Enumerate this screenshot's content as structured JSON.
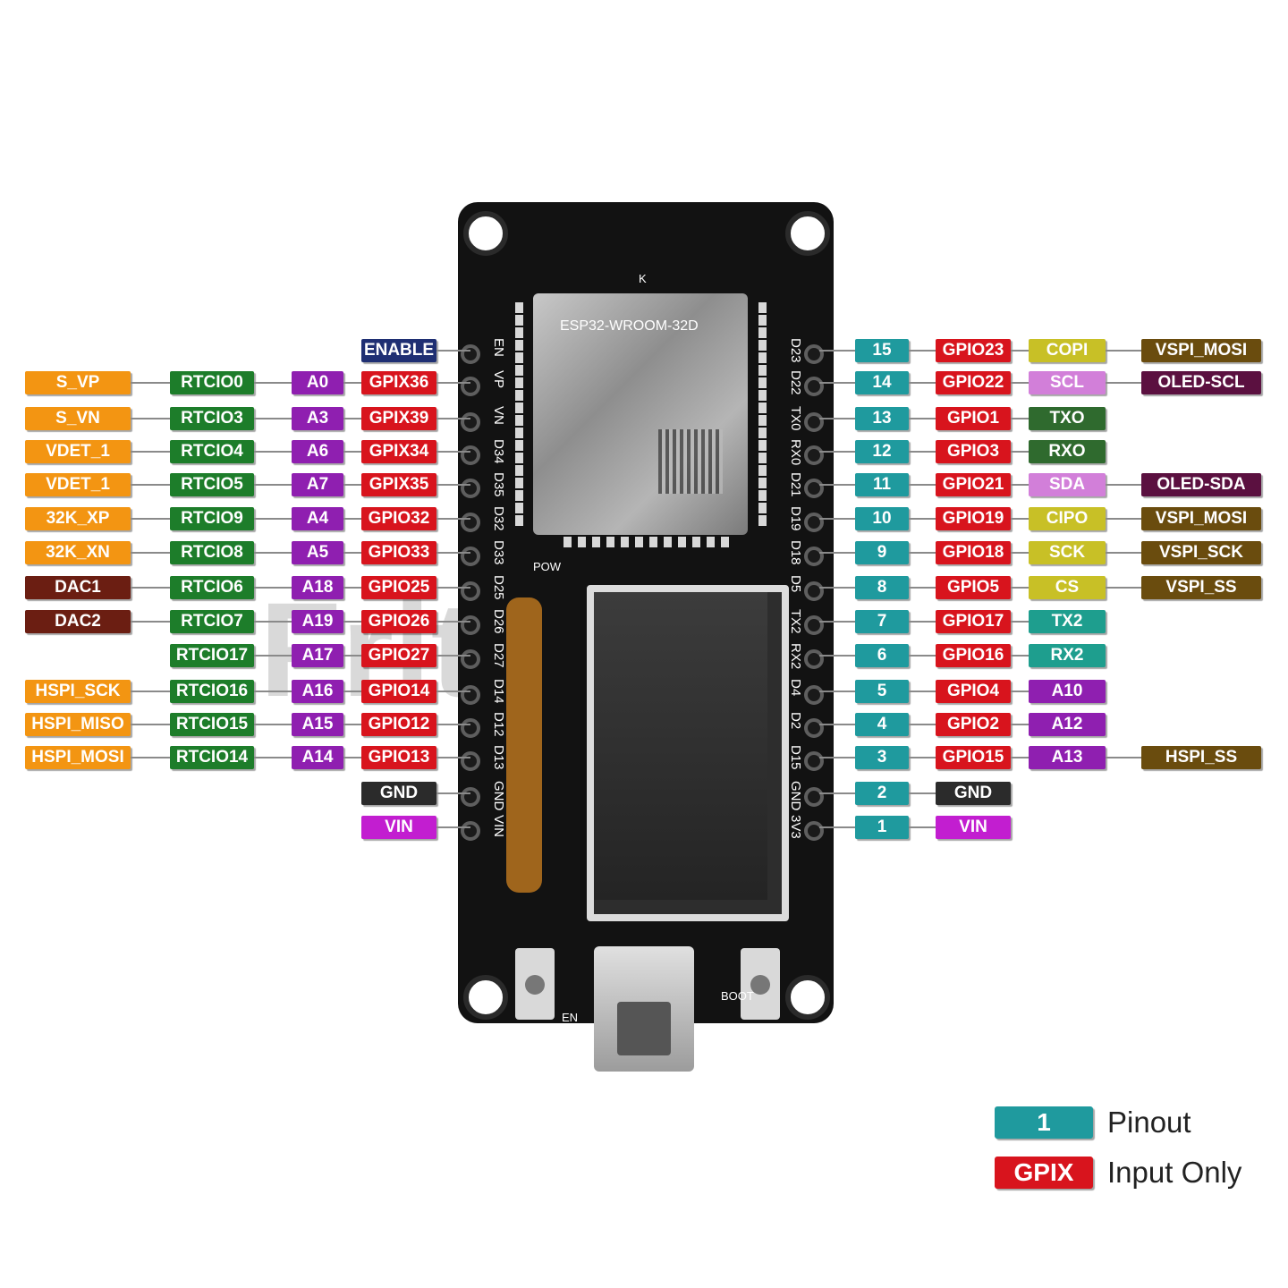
{
  "colors": {
    "orange": "#f39512",
    "green": "#1d7d2a",
    "purple": "#8f1fb0",
    "red": "#d8141d",
    "teal": "#1f9a9e",
    "brown": "#6b1e12",
    "navy": "#1f2f73",
    "black": "#2b2b2b",
    "magenta": "#c21ed0",
    "lilac": "#d27fd9",
    "olive": "#c8c026",
    "darkgreen": "#2f6a2e",
    "darkolive": "#6a4c0e",
    "plum": "#5b1040",
    "tealgreen": "#1e9e8e"
  },
  "board": {
    "module_label": "ESP32-WROOM-32D",
    "k_label": "K",
    "power_label": "POW",
    "en_label": "EN",
    "boot_label": "BOOT",
    "watermark": "Fritzing"
  },
  "left_rows": [
    {
      "tags": [
        {
          "t": "ENABLE",
          "c": "navy"
        }
      ]
    },
    {
      "tags": [
        {
          "t": "S_VP",
          "c": "orange"
        },
        {
          "t": "RTCIO0",
          "c": "green"
        },
        {
          "t": "A0",
          "c": "purple"
        },
        {
          "t": "GPIX36",
          "c": "red"
        }
      ]
    },
    {
      "tags": [
        {
          "t": "S_VN",
          "c": "orange"
        },
        {
          "t": "RTCIO3",
          "c": "green"
        },
        {
          "t": "A3",
          "c": "purple"
        },
        {
          "t": "GPIX39",
          "c": "red"
        }
      ]
    },
    {
      "tags": [
        {
          "t": "VDET_1",
          "c": "orange"
        },
        {
          "t": "RTCIO4",
          "c": "green"
        },
        {
          "t": "A6",
          "c": "purple"
        },
        {
          "t": "GPIX34",
          "c": "red"
        }
      ]
    },
    {
      "tags": [
        {
          "t": "VDET_1",
          "c": "orange"
        },
        {
          "t": "RTCIO5",
          "c": "green"
        },
        {
          "t": "A7",
          "c": "purple"
        },
        {
          "t": "GPIX35",
          "c": "red"
        }
      ]
    },
    {
      "tags": [
        {
          "t": "32K_XP",
          "c": "orange"
        },
        {
          "t": "RTCIO9",
          "c": "green"
        },
        {
          "t": "A4",
          "c": "purple"
        },
        {
          "t": "GPIO32",
          "c": "red"
        }
      ]
    },
    {
      "tags": [
        {
          "t": "32K_XN",
          "c": "orange"
        },
        {
          "t": "RTCIO8",
          "c": "green"
        },
        {
          "t": "A5",
          "c": "purple"
        },
        {
          "t": "GPIO33",
          "c": "red"
        }
      ]
    },
    {
      "tags": [
        {
          "t": "DAC1",
          "c": "brown"
        },
        {
          "t": "RTCIO6",
          "c": "green"
        },
        {
          "t": "A18",
          "c": "purple"
        },
        {
          "t": "GPIO25",
          "c": "red"
        }
      ]
    },
    {
      "tags": [
        {
          "t": "DAC2",
          "c": "brown"
        },
        {
          "t": "RTCIO7",
          "c": "green"
        },
        {
          "t": "A19",
          "c": "purple"
        },
        {
          "t": "GPIO26",
          "c": "red"
        }
      ]
    },
    {
      "tags": [
        {
          "t": "",
          "c": ""
        },
        {
          "t": "RTCIO17",
          "c": "green"
        },
        {
          "t": "A17",
          "c": "purple"
        },
        {
          "t": "GPIO27",
          "c": "red"
        }
      ]
    },
    {
      "tags": [
        {
          "t": "HSPI_SCK",
          "c": "orange"
        },
        {
          "t": "RTCIO16",
          "c": "green"
        },
        {
          "t": "A16",
          "c": "purple"
        },
        {
          "t": "GPIO14",
          "c": "red"
        }
      ]
    },
    {
      "tags": [
        {
          "t": "HSPI_MISO",
          "c": "orange"
        },
        {
          "t": "RTCIO15",
          "c": "green"
        },
        {
          "t": "A15",
          "c": "purple"
        },
        {
          "t": "GPIO12",
          "c": "red"
        }
      ]
    },
    {
      "tags": [
        {
          "t": "HSPI_MOSI",
          "c": "orange"
        },
        {
          "t": "RTCIO14",
          "c": "green"
        },
        {
          "t": "A14",
          "c": "purple"
        },
        {
          "t": "GPIO13",
          "c": "red"
        }
      ]
    },
    {
      "tags": [
        {
          "t": "GND",
          "c": "black"
        }
      ]
    },
    {
      "tags": [
        {
          "t": "VIN",
          "c": "magenta"
        }
      ]
    }
  ],
  "right_rows": [
    {
      "tags": [
        {
          "t": "15",
          "c": "teal"
        },
        {
          "t": "GPIO23",
          "c": "red"
        },
        {
          "t": "COPI",
          "c": "olive"
        },
        {
          "t": "VSPI_MOSI",
          "c": "darkolive"
        }
      ]
    },
    {
      "tags": [
        {
          "t": "14",
          "c": "teal"
        },
        {
          "t": "GPIO22",
          "c": "red"
        },
        {
          "t": "SCL",
          "c": "lilac"
        },
        {
          "t": "OLED-SCL",
          "c": "plum"
        }
      ]
    },
    {
      "tags": [
        {
          "t": "13",
          "c": "teal"
        },
        {
          "t": "GPIO1",
          "c": "red"
        },
        {
          "t": "TXO",
          "c": "darkgreen"
        }
      ]
    },
    {
      "tags": [
        {
          "t": "12",
          "c": "teal"
        },
        {
          "t": "GPIO3",
          "c": "red"
        },
        {
          "t": "RXO",
          "c": "darkgreen"
        }
      ]
    },
    {
      "tags": [
        {
          "t": "11",
          "c": "teal"
        },
        {
          "t": "GPIO21",
          "c": "red"
        },
        {
          "t": "SDA",
          "c": "lilac"
        },
        {
          "t": "OLED-SDA",
          "c": "plum"
        }
      ]
    },
    {
      "tags": [
        {
          "t": "10",
          "c": "teal"
        },
        {
          "t": "GPIO19",
          "c": "red"
        },
        {
          "t": "CIPO",
          "c": "olive"
        },
        {
          "t": "VSPI_MOSI",
          "c": "darkolive"
        }
      ]
    },
    {
      "tags": [
        {
          "t": "9",
          "c": "teal"
        },
        {
          "t": "GPIO18",
          "c": "red"
        },
        {
          "t": "SCK",
          "c": "olive"
        },
        {
          "t": "VSPI_SCK",
          "c": "darkolive"
        }
      ]
    },
    {
      "tags": [
        {
          "t": "8",
          "c": "teal"
        },
        {
          "t": "GPIO5",
          "c": "red"
        },
        {
          "t": "CS",
          "c": "olive"
        },
        {
          "t": "VSPI_SS",
          "c": "darkolive"
        }
      ]
    },
    {
      "tags": [
        {
          "t": "7",
          "c": "teal"
        },
        {
          "t": "GPIO17",
          "c": "red"
        },
        {
          "t": "TX2",
          "c": "tealgreen"
        }
      ]
    },
    {
      "tags": [
        {
          "t": "6",
          "c": "teal"
        },
        {
          "t": "GPIO16",
          "c": "red"
        },
        {
          "t": "RX2",
          "c": "tealgreen"
        }
      ]
    },
    {
      "tags": [
        {
          "t": "5",
          "c": "teal"
        },
        {
          "t": "GPIO4",
          "c": "red"
        },
        {
          "t": "A10",
          "c": "purple"
        }
      ]
    },
    {
      "tags": [
        {
          "t": "4",
          "c": "teal"
        },
        {
          "t": "GPIO2",
          "c": "red"
        },
        {
          "t": "A12",
          "c": "purple"
        }
      ]
    },
    {
      "tags": [
        {
          "t": "3",
          "c": "teal"
        },
        {
          "t": "GPIO15",
          "c": "red"
        },
        {
          "t": "A13",
          "c": "purple"
        },
        {
          "t": "HSPI_SS",
          "c": "darkolive"
        }
      ]
    },
    {
      "tags": [
        {
          "t": "2",
          "c": "teal"
        },
        {
          "t": "GND",
          "c": "black"
        }
      ]
    },
    {
      "tags": [
        {
          "t": "1",
          "c": "teal"
        },
        {
          "t": "VIN",
          "c": "magenta"
        }
      ]
    }
  ],
  "left_silk": [
    "EN",
    "VP",
    "VN",
    "D34",
    "D35",
    "D32",
    "D33",
    "D25",
    "D26",
    "D27",
    "D14",
    "D12",
    "D13",
    "GND",
    "VIN"
  ],
  "right_silk": [
    "D23",
    "D22",
    "TX0",
    "RX0",
    "D21",
    "D19",
    "D18",
    "D5",
    "TX2",
    "RX2",
    "D4",
    "D2",
    "D15",
    "GND",
    "3V3"
  ],
  "legend": {
    "pinout_swatch": "1",
    "pinout_label": "Pinout",
    "input_swatch": "GPIX",
    "input_label": "Input Only"
  }
}
